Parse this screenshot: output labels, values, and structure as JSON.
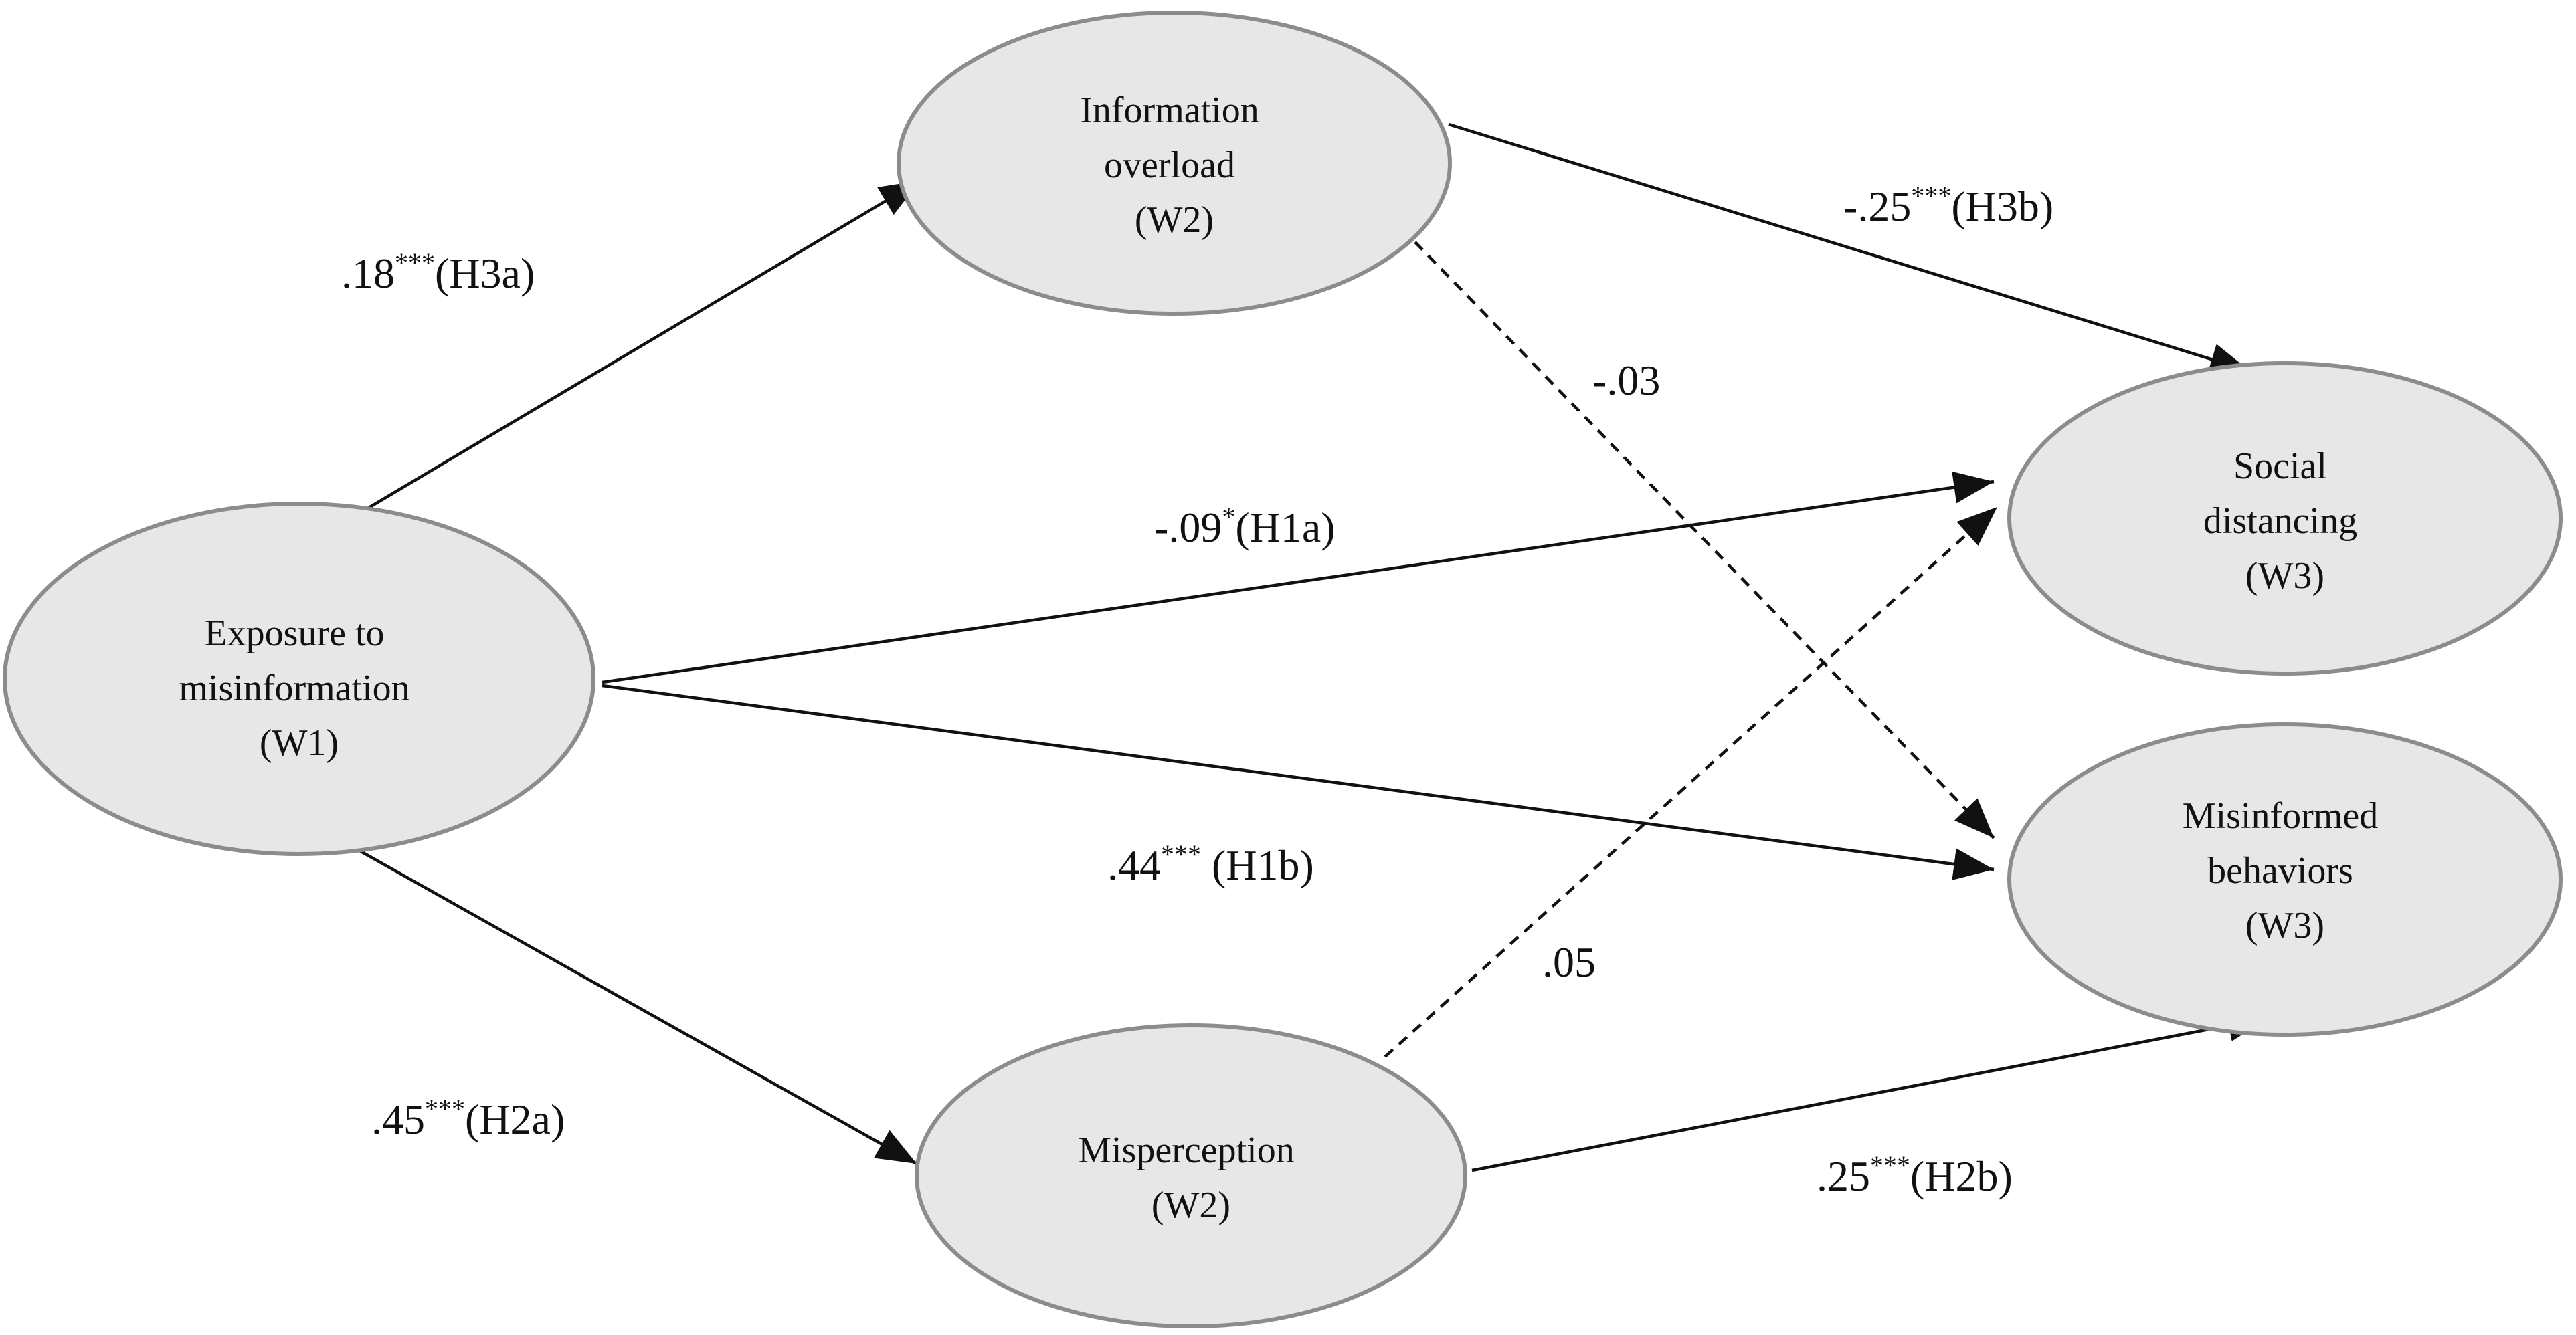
{
  "nodes": {
    "exposure": {
      "lines": [
        "Exposure to",
        "misinformation",
        "(W1)"
      ]
    },
    "overload": {
      "lines": [
        "Information",
        "overload",
        "(W2)"
      ]
    },
    "misperception": {
      "lines": [
        "Misperception",
        "(W2)"
      ]
    },
    "distancing": {
      "lines": [
        "Social",
        "distancing",
        "(W3)"
      ]
    },
    "behaviors": {
      "lines": [
        "Misinformed",
        "behaviors",
        "(W3)"
      ]
    }
  },
  "edges": {
    "h3a": {
      "coef": ".18",
      "stars": "***",
      "hyp": "(H3a)",
      "style": "solid"
    },
    "h3b": {
      "coef": "-.25",
      "stars": "***",
      "hyp": "(H3b)",
      "style": "solid"
    },
    "overload_behaviors": {
      "coef": "-.03",
      "stars": "",
      "hyp": "",
      "style": "dashed"
    },
    "h1a": {
      "coef": "-.09",
      "stars": "*",
      "hyp": "(H1a)",
      "style": "solid"
    },
    "h1b": {
      "coef": ".44",
      "stars": "***",
      "hyp": " (H1b)",
      "style": "solid"
    },
    "misperception_distancing": {
      "coef": ".05",
      "stars": "",
      "hyp": "",
      "style": "dashed"
    },
    "h2a": {
      "coef": ".45",
      "stars": "***",
      "hyp": "(H2a)",
      "style": "solid"
    },
    "h2b": {
      "coef": ".25",
      "stars": "***",
      "hyp": "(H2b)",
      "style": "solid"
    }
  },
  "colors": {
    "node_fill": "#e7e7e7",
    "node_stroke": "#8c8c8c",
    "line": "#111111",
    "background": "#ffffff"
  }
}
